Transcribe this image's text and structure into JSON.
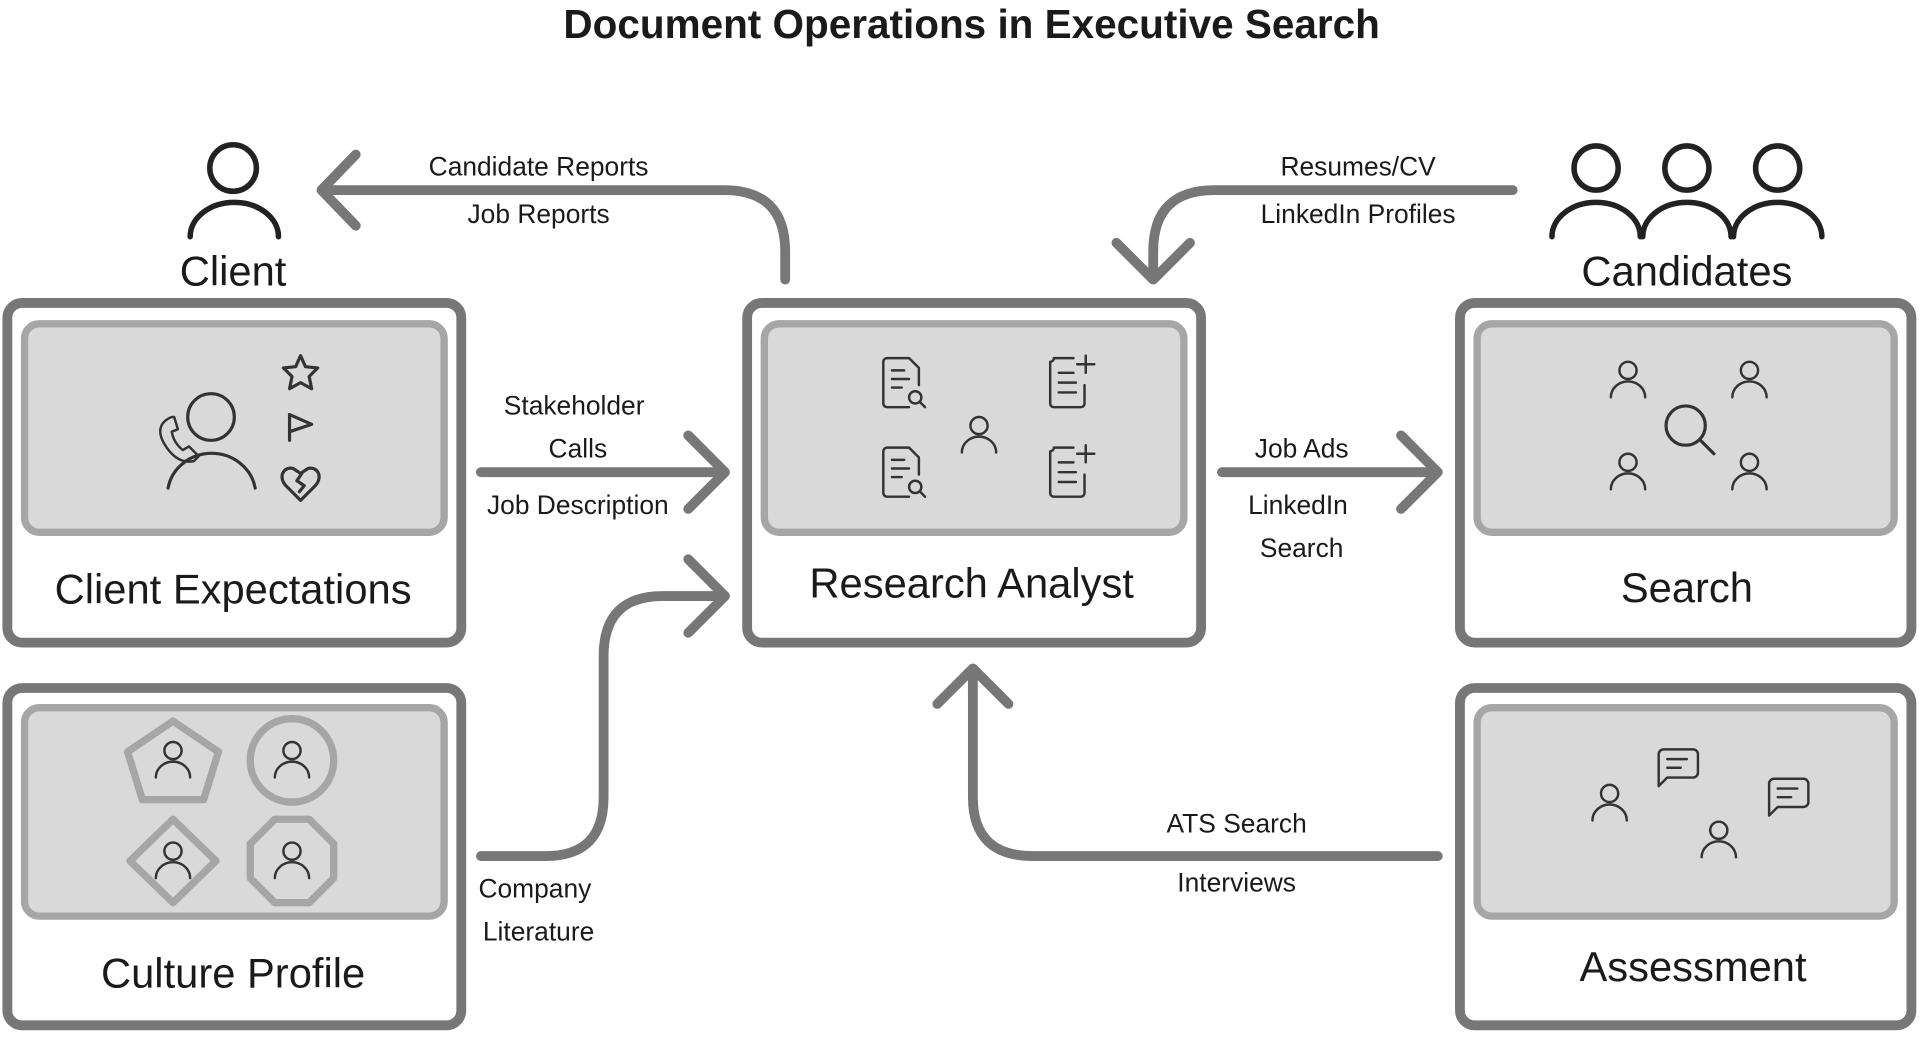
{
  "title": "Document Operations in Executive Search",
  "actors": {
    "client": "Client",
    "candidates": "Candidates"
  },
  "boxes": {
    "client_expectations": "Client Expectations",
    "culture_profile": "Culture Profile",
    "research_analyst": "Research Analyst",
    "search": "Search",
    "assessment": "Assessment"
  },
  "flows": {
    "to_client": [
      "Candidate Reports",
      "Job Reports"
    ],
    "from_candidates": [
      "Resumes/CV",
      "LinkedIn Profiles"
    ],
    "client_to_analyst": [
      "Stakeholder",
      "Calls",
      "Job Description"
    ],
    "culture_to_analyst": [
      "Company",
      "Literature"
    ],
    "analyst_to_search": [
      "Job Ads",
      "LinkedIn",
      "Search"
    ],
    "assessment_to_analyst": [
      "ATS Search",
      "Interviews"
    ]
  },
  "colors": {
    "arrow": "#777777",
    "inner_fill": "#d9d9d9",
    "inner_border": "#a6a6a6"
  }
}
